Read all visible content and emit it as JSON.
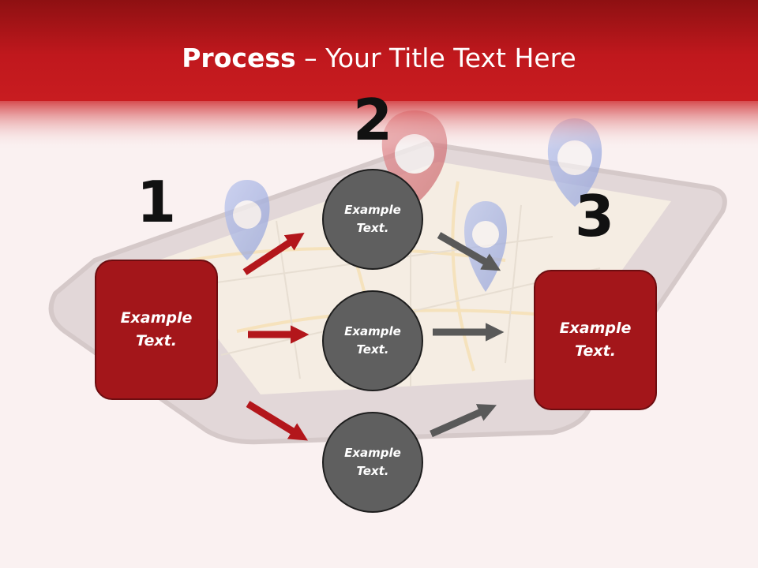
{
  "title": {
    "bold": "Process",
    "rest": " – Your Title Text Here"
  },
  "steps": {
    "one": "1",
    "two": "2",
    "three": "3"
  },
  "left_box": {
    "label": "Example\nText."
  },
  "right_box": {
    "label": "Example\nText."
  },
  "circles": [
    {
      "label": "Example\nText."
    },
    {
      "label": "Example\nText."
    },
    {
      "label": "Example\nText."
    }
  ],
  "colors": {
    "header_red": "#b51a1e",
    "box_fill": "#a3161a",
    "circle_fill": "#5f5f5f",
    "arrow_red": "#b3161b",
    "arrow_gray": "#595959"
  }
}
